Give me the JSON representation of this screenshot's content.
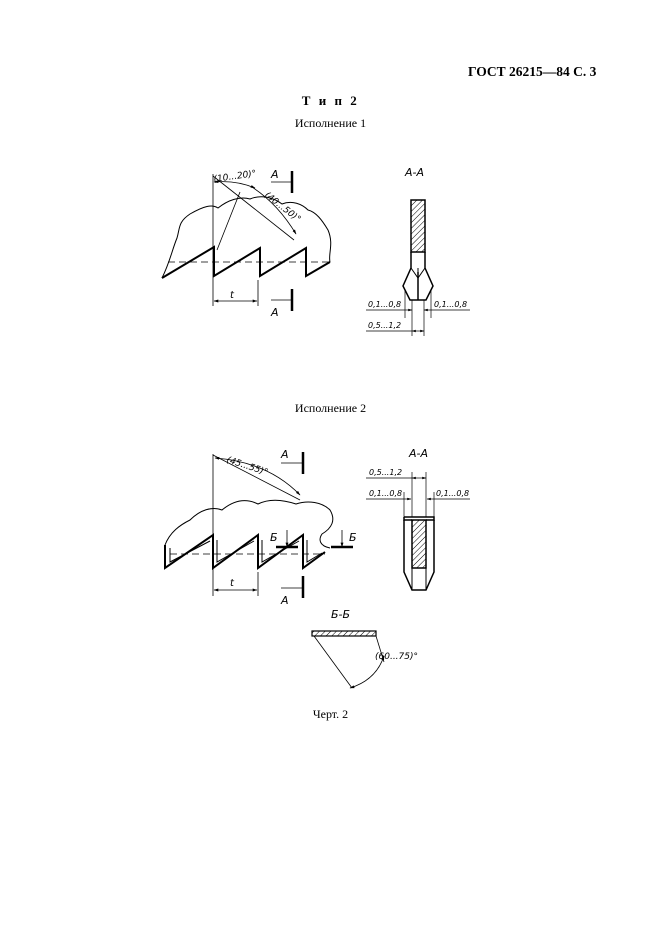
{
  "header": {
    "standard": "ГОСТ 26215—84 С. 3"
  },
  "type_title": "Т и п  2",
  "variants": [
    {
      "title": "Исполнение 1",
      "side_view": {
        "angle_top": "(10...20)°",
        "angle_right": "(40...50)°",
        "section_mark": "А",
        "pitch": "t"
      },
      "section": {
        "title": "А-А",
        "dim_left": "0,1...0,8",
        "dim_right": "0,1...0,8",
        "dim_bottom": "0,5...1,2"
      }
    },
    {
      "title": "Исполнение 2",
      "side_view": {
        "angle": "(45...55)°",
        "section_mark": "А",
        "section_mark_b": "Б",
        "pitch": "t"
      },
      "section": {
        "title": "А-А",
        "dim_top": "0,5...1,2",
        "dim_left": "0,1...0,8",
        "dim_right": "0,1...0,8"
      },
      "section_b": {
        "title": "Б-Б",
        "angle": "(60...75)°"
      }
    }
  ],
  "caption": "Черт. 2"
}
